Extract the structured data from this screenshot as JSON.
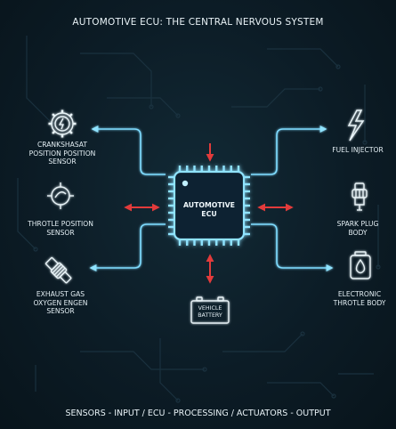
{
  "title": "AUTOMOTIVE ECU: THE CENTRAL NERVOUS SYSTEM",
  "footer": "SENSORS - INPUT / ECU - PROCESSING / ACTUATORS - OUTPUT",
  "ecu": {
    "line1": "AUTOMOTIVE",
    "line2": "ECU"
  },
  "battery": {
    "line1": "VEHICLE",
    "line2": "BATTERY"
  },
  "sensors": [
    {
      "lines": [
        "CRANKSHASAT",
        "POSITION POSITION",
        "SENSOR"
      ],
      "icon": "crankshaft-gear-icon"
    },
    {
      "lines": [
        "THROTLE POSITION",
        "SENSOR"
      ],
      "icon": "throttle-sensor-icon"
    },
    {
      "lines": [
        "EXHAUST GAS",
        "OXYGEN ENGEN",
        "SENSOR"
      ],
      "icon": "oxygen-sensor-icon"
    }
  ],
  "actuators": [
    {
      "lines": [
        "FUEL INJECTOR"
      ],
      "icon": "lightning-bolt-icon"
    },
    {
      "lines": [
        "SPARK PLUG",
        "BODY"
      ],
      "icon": "spark-plug-icon"
    },
    {
      "lines": [
        "ELECTRONIC",
        "THROTLE BODY"
      ],
      "icon": "fuel-drop-icon"
    }
  ],
  "colors": {
    "background": "#0c1c26",
    "glow_blue": "#7fdcff",
    "accent_red": "#e23b3b",
    "circuit_trace": "#1d3644"
  }
}
